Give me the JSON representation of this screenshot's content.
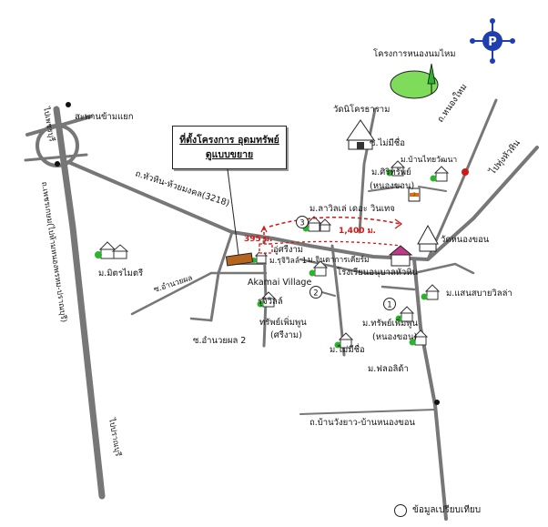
{
  "title": {
    "line1": "ที่ตั้งโครงการ อุดมทรัพย์",
    "line2": "ดูแบบขยาย"
  },
  "legend": {
    "text": "ข้อมูลเปรียบเทียบ"
  },
  "distances": {
    "d1": "395 ม.",
    "d2": "1,400 ม."
  },
  "labels": {
    "nongnonmai": "โครงการหนองนมไหม",
    "wat_nikhorn": "วัดนิโครธาราม",
    "soi_maimeechue": "ซ.ไม่มีชื่อ",
    "th_nongmai": "ถ.หนองใหม",
    "ban_thaiyawatee": "ม.บ้านไทยวัฒนา",
    "m_sirisap": "ม.ศิริทรัพย์",
    "nongkhon1": "(หนองขอน)",
    "to_huahin": "ไปทุ่งหัวหิน",
    "saphan": "สะพานข้ามแยก",
    "th_huahin_huaimongkhon": "ถ.หัวหิน-ห้วยมงคล(3218)",
    "lavil": "ม.ลาวิลเล่ เดอะ วินเทจ",
    "wat_nongkhon": "วัดหนองขอน",
    "khosri": "อู่ศรีงาม",
    "m_rujiwilla": "ม.รุจิวิลล์ 1",
    "m_jinda": "ม.จินดาการเคียร์ม",
    "school": "โรงเรียนอนุบาลหัวหิน",
    "m_mitmaitri": "ม.มิตรไมตรี",
    "akamai": "Akamai Village",
    "soi_umnuaiphon": "ซ.อำนวยผล",
    "rujiwilla2": "รุจิวิลล์",
    "m_saensabai": "ม.แสนสบายวิลล่า",
    "sap_phoemphun": "ทรัพย์เพิ่มพูน",
    "sri_ngam": "(ศรีงาม)",
    "m_sap_phoemphun": "ม.ทรัพย์เพิ่มพูน",
    "nongkhon2": "(หนองขอน)",
    "soi_umnuaiphon2": "ซ.อำนวยผล 2",
    "m_maimeechue": "ม.ไม่มีชื่อ",
    "m_floridaa": "ม.ฟลอลิด้า",
    "th_ban_wangyao": "ถ.บ้านวังยาว-บ้านหนองขอน",
    "hwy_left": "ถ.เพชรเกษม(ไปห้ามหนองพรหม-ปราณบุรี)",
    "to_phetchaburi": "ไปเพชรบุรี",
    "to_pranburi": "ไปปราณบุรี"
  },
  "markers": {
    "m1": "1",
    "m2": "2",
    "m3": "3"
  },
  "colors": {
    "accent_red": "#d01818",
    "project_fill": "#b5651d",
    "tree_green": "#2cb52c",
    "logo_blue": "#1f3fae"
  },
  "icons": [
    "compass-logo-icon",
    "temple-icon",
    "shop-711-icon",
    "house-icon",
    "tree-icon",
    "project-marker-icon"
  ]
}
